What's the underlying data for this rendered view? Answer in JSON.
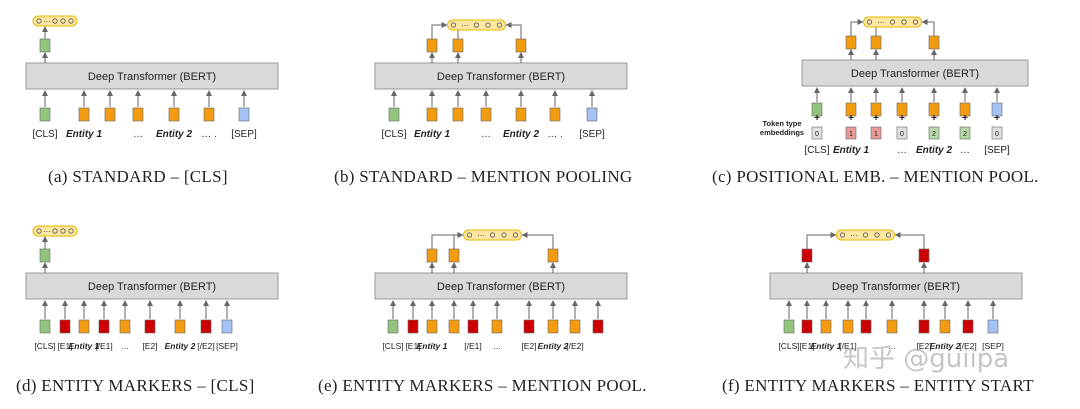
{
  "transformer_label": "Deep Transformer (BERT)",
  "colors": {
    "cls": "#93c47d",
    "entity": "#f39c12",
    "marker": "#cc0000",
    "sep": "#a4c2f4",
    "output_bar": "#fde7a2",
    "transformer": "#d9d9d9",
    "embed_default": "#e0e0e0",
    "embed_e1": "#ea9999",
    "embed_e2": "#b6d7a8"
  },
  "panels": [
    {
      "id": "a",
      "caption": "(a) STANDARD – [CLS]",
      "output_from": [
        "cls"
      ],
      "tokens": [
        {
          "type": "cls",
          "label": "[CLS]"
        },
        {
          "type": "entity",
          "label": "Entity 1"
        },
        {
          "type": "entity",
          "label": ""
        },
        {
          "type": "entity",
          "label": "…"
        },
        {
          "type": "entity",
          "label": "Entity 2"
        },
        {
          "type": "entity",
          "label": "… ."
        },
        {
          "type": "sep",
          "label": "[SEP]"
        }
      ]
    },
    {
      "id": "b",
      "caption": "(b) STANDARD – MENTION POOLING",
      "output_from": [
        "e1",
        "e2"
      ],
      "tokens": [
        {
          "type": "cls",
          "label": "[CLS]"
        },
        {
          "type": "entity",
          "label": "Entity 1",
          "group": "e1"
        },
        {
          "type": "entity",
          "label": "",
          "group": "e1"
        },
        {
          "type": "entity",
          "label": "…"
        },
        {
          "type": "entity",
          "label": "Entity 2",
          "group": "e2"
        },
        {
          "type": "entity",
          "label": "… ."
        },
        {
          "type": "sep",
          "label": "[SEP]"
        }
      ]
    },
    {
      "id": "c",
      "caption": "(c) POSITIONAL EMB. – MENTION POOL.",
      "output_from": [
        "e1",
        "e2"
      ],
      "embed_caption": [
        "Token type",
        "embeddings"
      ],
      "tokens": [
        {
          "type": "cls",
          "label": "[CLS]",
          "embed": "0"
        },
        {
          "type": "entity",
          "label": "Entity 1",
          "group": "e1",
          "embed": "1"
        },
        {
          "type": "entity",
          "label": "",
          "group": "e1",
          "embed": "1"
        },
        {
          "type": "entity",
          "label": "…",
          "embed": "0"
        },
        {
          "type": "entity",
          "label": "Entity 2",
          "group": "e2",
          "embed": "2"
        },
        {
          "type": "entity",
          "label": "…",
          "embed": "2"
        },
        {
          "type": "sep",
          "label": "[SEP]",
          "embed": "0"
        }
      ]
    },
    {
      "id": "d",
      "caption": "(d) ENTITY MARKERS – [CLS]",
      "output_from": [
        "cls"
      ],
      "tokens": [
        {
          "type": "cls",
          "label": "[CLS]"
        },
        {
          "type": "marker",
          "label": "[E1]"
        },
        {
          "type": "entity",
          "label": "Entity 1"
        },
        {
          "type": "marker",
          "label": "[/E1]"
        },
        {
          "type": "entity",
          "label": "…"
        },
        {
          "type": "marker",
          "label": "[E2]"
        },
        {
          "type": "entity",
          "label": "Entity 2"
        },
        {
          "type": "marker",
          "label": "[/E2]"
        },
        {
          "type": "sep",
          "label": "[SEP]"
        }
      ]
    },
    {
      "id": "e",
      "caption": "(e) ENTITY MARKERS – MENTION POOL.",
      "output_from": [
        "e1",
        "e2"
      ],
      "tokens": [
        {
          "type": "cls",
          "label": "[CLS]"
        },
        {
          "type": "marker",
          "label": "[E1]"
        },
        {
          "type": "entity",
          "label": "Entity 1",
          "group": "e1"
        },
        {
          "type": "entity",
          "label": "",
          "group": "e1"
        },
        {
          "type": "marker",
          "label": "[/E1]"
        },
        {
          "type": "entity",
          "label": "…"
        },
        {
          "type": "marker",
          "label": "[E2]"
        },
        {
          "type": "entity",
          "label": "Entity 2",
          "group": "e2"
        },
        {
          "type": "entity",
          "label": "[/E2]"
        },
        {
          "type": "marker",
          "label": ""
        },
        {
          "type": "sep",
          "label": "[SEP]"
        }
      ]
    },
    {
      "id": "f",
      "caption": "(f) ENTITY MARKERS – ENTITY START",
      "output_from": [
        "s1",
        "s2"
      ],
      "tokens": [
        {
          "type": "cls",
          "label": "[CLS]"
        },
        {
          "type": "marker",
          "label": "[E1]",
          "group": "s1"
        },
        {
          "type": "entity",
          "label": "Entity 1"
        },
        {
          "type": "entity",
          "label": "[/E1]"
        },
        {
          "type": "marker",
          "label": ""
        },
        {
          "type": "entity",
          "label": "…"
        },
        {
          "type": "marker",
          "label": "[E2]",
          "group": "s2"
        },
        {
          "type": "entity",
          "label": "Entity 2"
        },
        {
          "type": "marker",
          "label": "[/E2]"
        },
        {
          "type": "sep",
          "label": "[SEP]"
        }
      ]
    }
  ],
  "watermark": "知乎 @guiipa"
}
